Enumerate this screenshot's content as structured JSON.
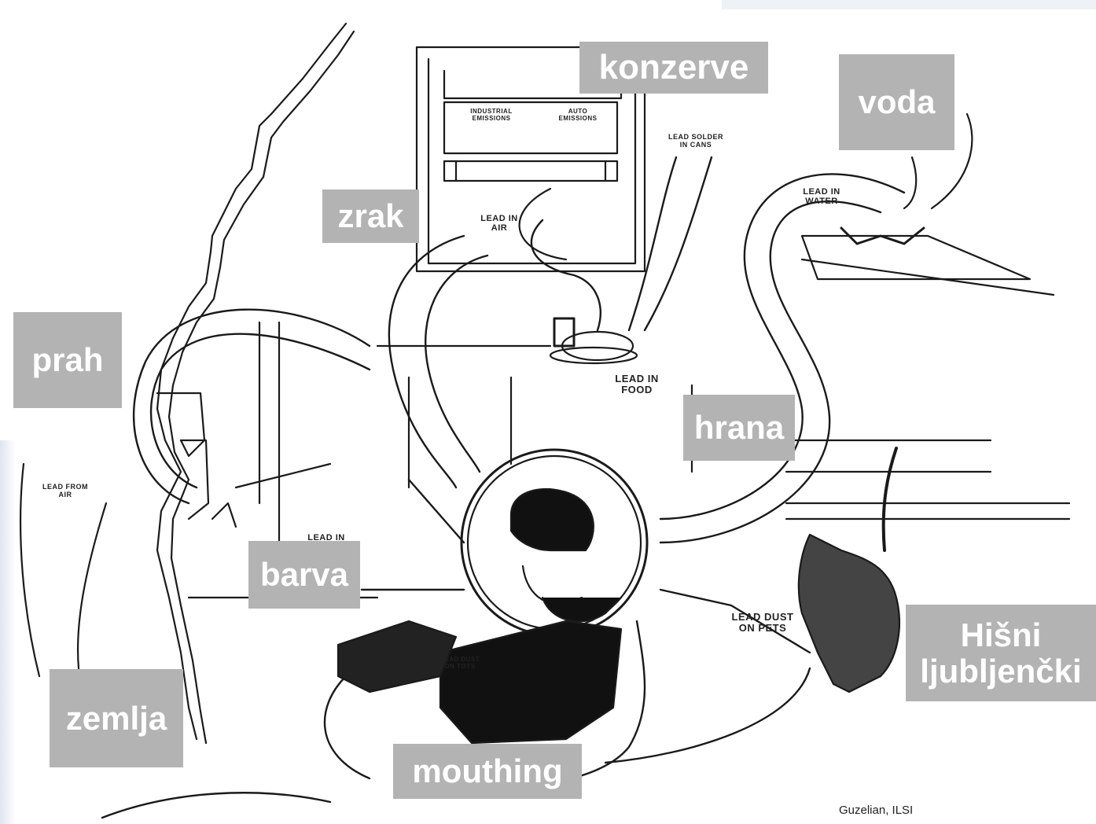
{
  "labels": {
    "konzerve": "konzerve",
    "voda": "voda",
    "zrak": "zrak",
    "prah": "prah",
    "hrana": "hrana",
    "barva": "barva",
    "zemlja": "zemlja",
    "mouthing": "mouthing",
    "hisni_line1": "Hišni",
    "hisni_line2": "ljubljenčki"
  },
  "drawing_text": {
    "lead_in_air": [
      "LEAD IN",
      "AIR"
    ],
    "lead_in_water": [
      "LEAD IN",
      "WATER"
    ],
    "lead_in_food": [
      "LEAD IN",
      "FOOD"
    ],
    "lead_solder": [
      "LEAD SOLDER",
      "IN CANS"
    ],
    "lead_from_air": [
      "LEAD FROM",
      "AIR"
    ],
    "lead_dust_pets": [
      "LEAD DUST",
      "ON PETS"
    ],
    "lead_dust_toys": [
      "LEAD DUST",
      "ON TOYS"
    ],
    "lead_in_paint": [
      "LEAD IN"
    ],
    "window_left": [
      "INDUSTRIAL",
      "EMISSIONS"
    ],
    "window_right": [
      "AUTO",
      "EMISSIONS"
    ]
  },
  "credit": "Guzelian, ILSI"
}
